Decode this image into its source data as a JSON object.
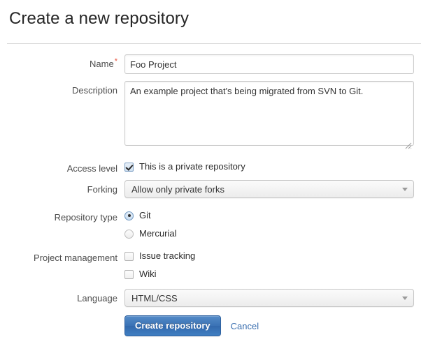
{
  "header": {
    "title": "Create a new repository"
  },
  "form": {
    "name": {
      "label": "Name",
      "required_marker": "*",
      "value": "Foo Project",
      "placeholder": ""
    },
    "description": {
      "label": "Description",
      "value": "An example project that's being migrated from SVN to Git.",
      "placeholder": ""
    },
    "access_level": {
      "label": "Access level",
      "option_label": "This is a private repository",
      "checked": true
    },
    "forking": {
      "label": "Forking",
      "selected": "Allow only private forks"
    },
    "repository_type": {
      "label": "Repository type",
      "options": [
        {
          "label": "Git",
          "selected": true
        },
        {
          "label": "Mercurial",
          "selected": false
        }
      ]
    },
    "project_management": {
      "label": "Project management",
      "options": [
        {
          "label": "Issue tracking",
          "checked": false
        },
        {
          "label": "Wiki",
          "checked": false
        }
      ]
    },
    "language": {
      "label": "Language",
      "selected": "HTML/CSS"
    }
  },
  "actions": {
    "submit_label": "Create repository",
    "cancel_label": "Cancel"
  },
  "colors": {
    "primary_button": "#3a72b5",
    "link": "#3b6fb0",
    "required_star": "#e8543f",
    "rule": "#d9d9d9",
    "label_text": "#4d4d4d"
  }
}
